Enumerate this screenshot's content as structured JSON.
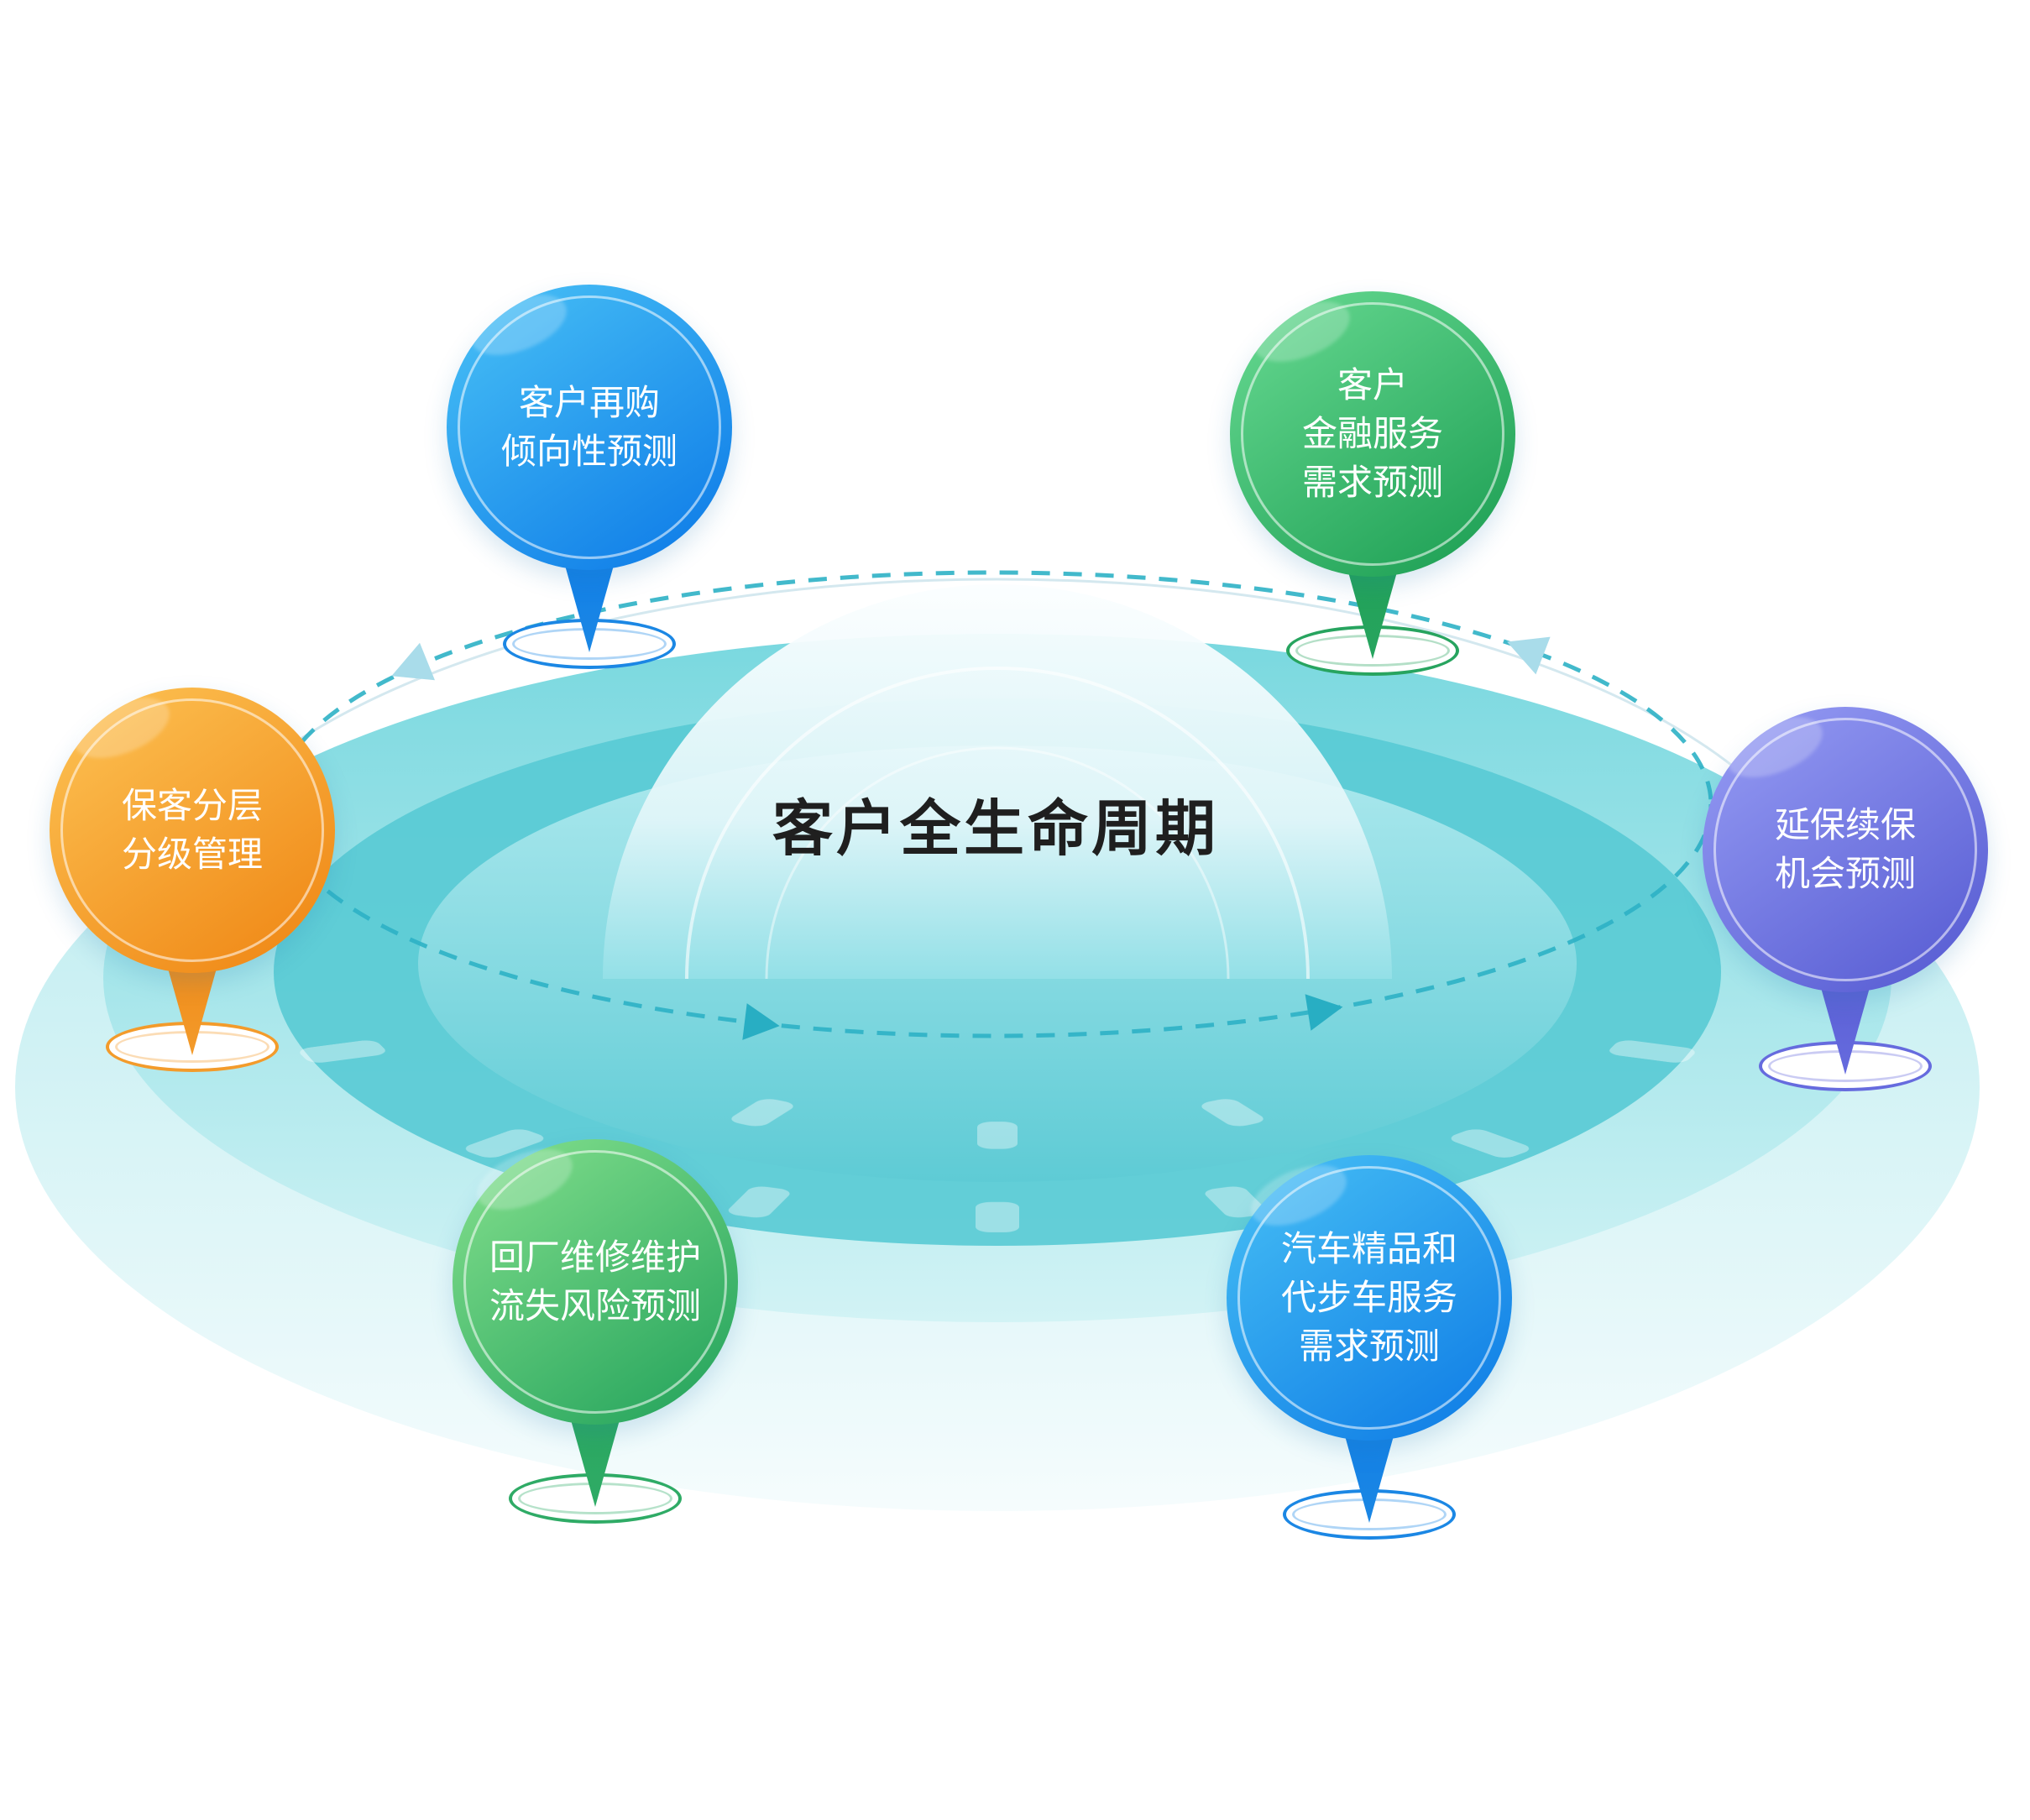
{
  "diagram": {
    "title": "客户全生命周期",
    "nodes": [
      {
        "id": "repurchase",
        "label": "客户再购\n倾向性预测",
        "colors": {
          "light": "#45bdf5",
          "dark": "#117fe8",
          "pin": "#1b87e4"
        }
      },
      {
        "id": "finance",
        "label": "客户\n金融服务\n需求预测",
        "colors": {
          "light": "#63d68e",
          "dark": "#21a257",
          "pin": "#27a45f"
        }
      },
      {
        "id": "retention",
        "label": "保客分层\n分级管理",
        "colors": {
          "light": "#fcbf50",
          "dark": "#f08a18",
          "pin": "#f39b2b"
        }
      },
      {
        "id": "warranty",
        "label": "延保续保\n机会预测",
        "colors": {
          "light": "#9298f2",
          "dark": "#5a5fd4",
          "pin": "#666bde"
        }
      },
      {
        "id": "repair",
        "label": "回厂维修维护\n流失风险预测",
        "colors": {
          "light": "#7edc8a",
          "dark": "#2aa75f",
          "pin": "#2fab66"
        }
      },
      {
        "id": "boutique",
        "label": "汽车精品和\n代步车服务\n需求预测",
        "colors": {
          "light": "#43bbf4",
          "dark": "#1280e6",
          "pin": "#1b87e4"
        }
      }
    ],
    "palette": {
      "disc_teal": "#58cad4",
      "orbit": "#2db1c5",
      "title_color": "#1f1f1f",
      "background": "#ffffff"
    }
  }
}
